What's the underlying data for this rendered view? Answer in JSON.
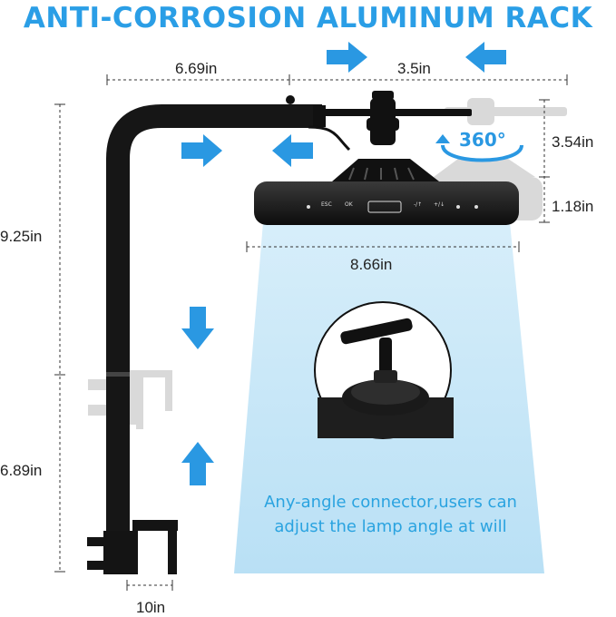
{
  "title": "ANTI-CORROSION ALUMINUM RACK",
  "dimensions": {
    "arm_length": "6.69in",
    "lamp_offset": "3.5in",
    "pole_height": "9.25in",
    "clamp_height": "6.89in",
    "clamp_width": "10in",
    "lamp_rise": "3.54in",
    "lamp_thickness": "1.18in",
    "lamp_width": "8.66in"
  },
  "rotation_label": "360°",
  "lamp_panel": {
    "buttons": [
      "ESC",
      "OK",
      "-/↑",
      "+/↓"
    ]
  },
  "caption": {
    "line1": "Any-angle connector,users can",
    "line2": "adjust the lamp angle at will"
  },
  "colors": {
    "accent": "#2a9ee6",
    "arrow": "#2a98e2",
    "rack": "#1b1b1b",
    "light_beam": "#bfe3f6",
    "ghost": "#d6d6d6"
  }
}
